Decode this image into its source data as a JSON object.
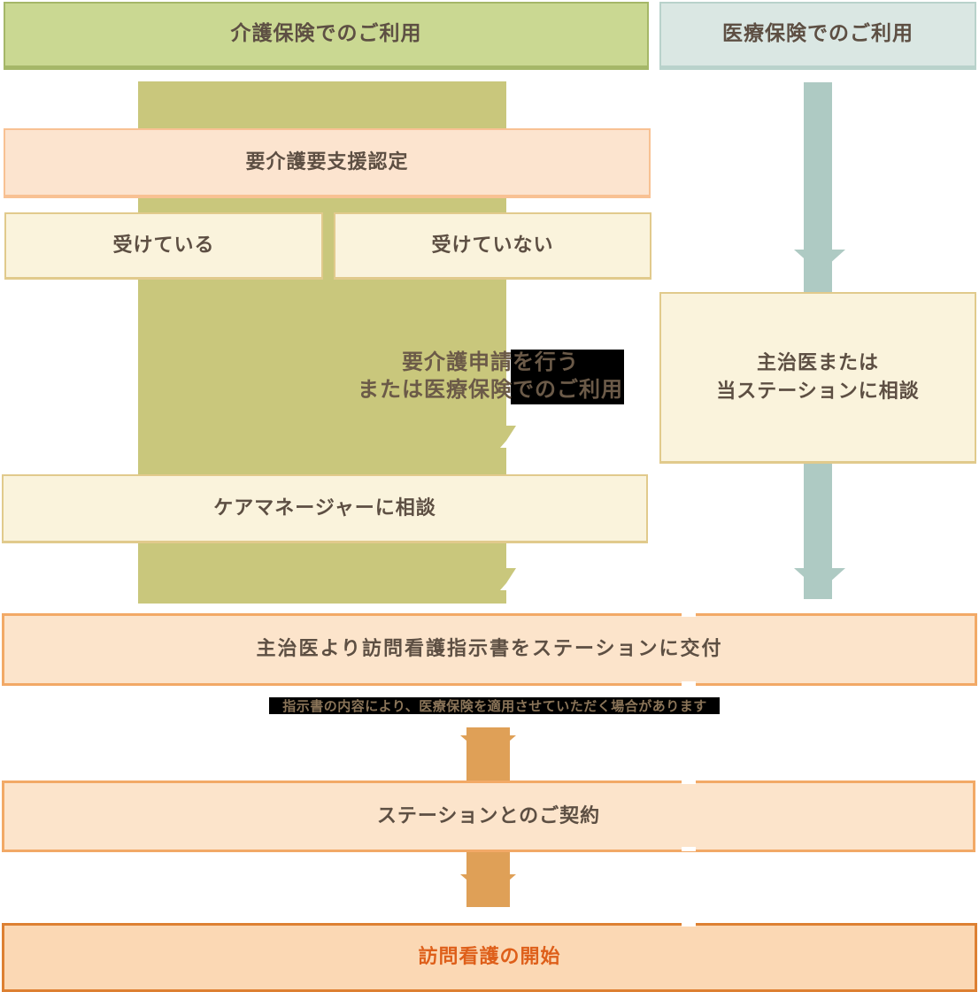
{
  "columns": {
    "care": {
      "header": "介護保険でのご利用"
    },
    "medical": {
      "header": "医療保険でのご利用"
    }
  },
  "boxes": {
    "certification": "要介護要支援認定",
    "received": "受けている",
    "not_received": "受けていない",
    "apply": {
      "line1": "要介護申請を行う",
      "line2": "または医療保険でのご利用"
    },
    "care_manager": "ケアマネージャーに相談",
    "doctor": {
      "line1": "主治医または",
      "line2": "当ステーションに相談"
    },
    "directive": "主治医より訪問看護指示書をステーションに交付",
    "note": "指示書の内容により、医療保険を適用させていただく場合があります",
    "contract": "ステーションとのご契約",
    "start": "訪問看護の開始"
  },
  "colors": {
    "care_green": "#cad892",
    "care_green_border": "#a5b768",
    "medical_teal": "#dae7e3",
    "medical_teal_border": "#b9d2cb",
    "flow_band_olive": "#c9c77c",
    "arrow_teal": "#aecac3",
    "arrow_orange": "#dfa057",
    "step_peach": "#fce4cf",
    "step_cream": "#faf3dc",
    "step_orange_border": "#f2a966",
    "start_fill": "#fbd8b4",
    "start_border": "#dd8032",
    "start_text": "#de5f1a",
    "text_brown": "#5d4f43",
    "highlight_black": "#000000"
  }
}
